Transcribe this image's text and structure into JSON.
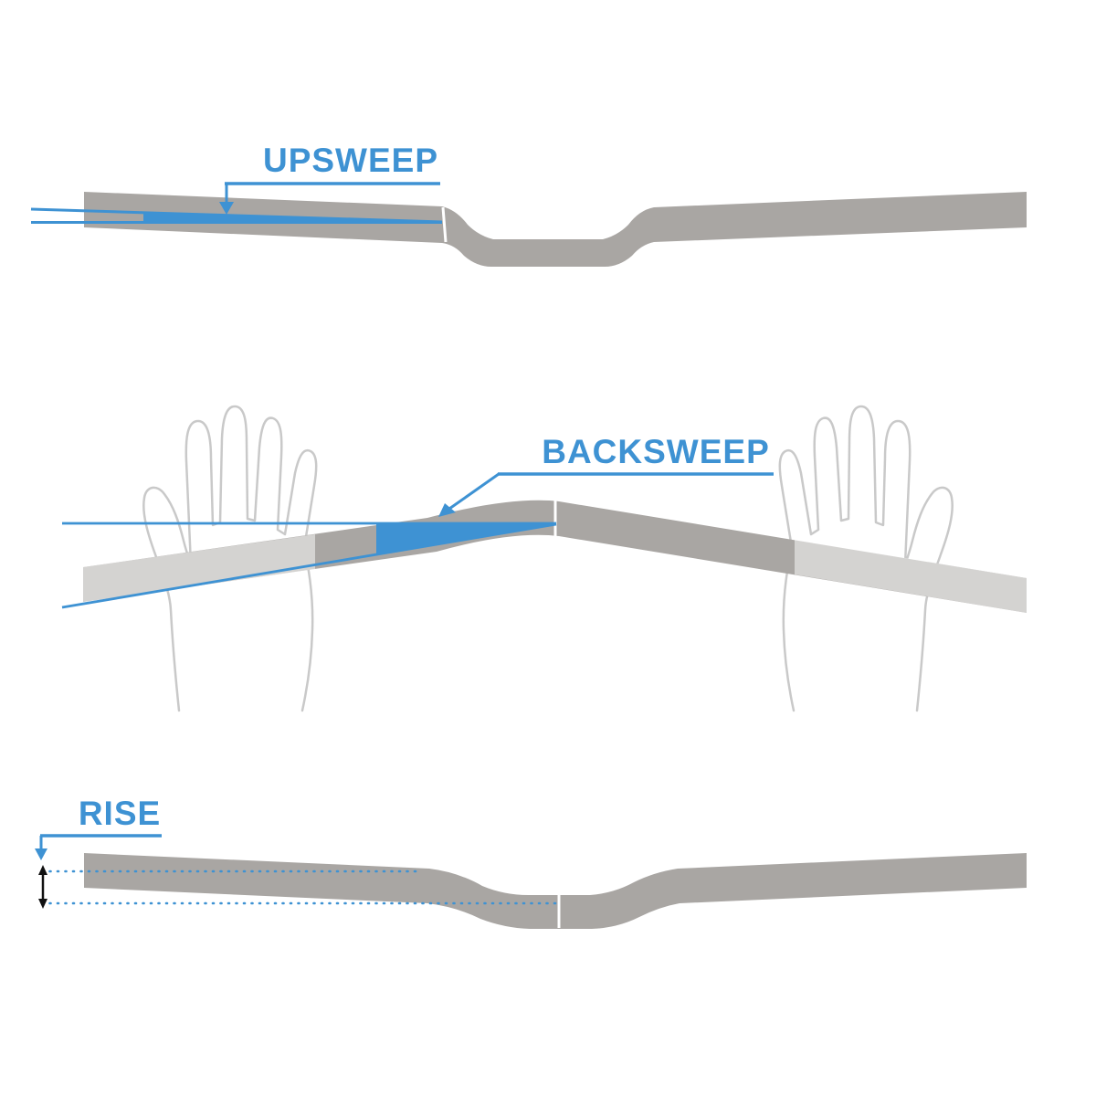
{
  "colors": {
    "accent_blue": "#3E92D3",
    "bar_gray": "#A9A6A3",
    "hand_outline": "#C9C9C9",
    "arrow_black": "#111111",
    "background": "#FFFFFF"
  },
  "labels": {
    "upsweep": "UPSWEEP",
    "backsweep": "BACKSWEEP",
    "rise": "RISE"
  }
}
